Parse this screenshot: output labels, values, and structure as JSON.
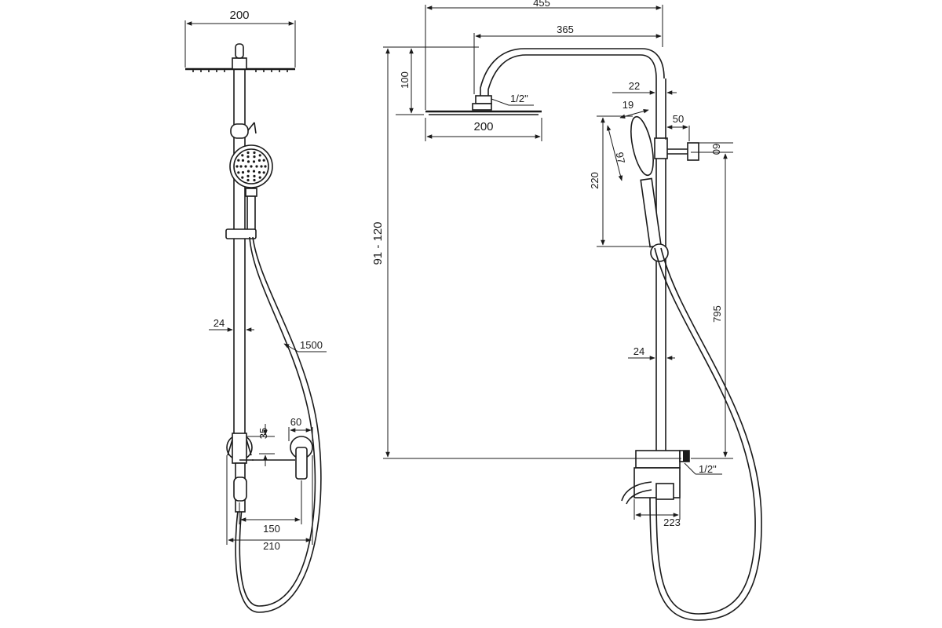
{
  "left_view": {
    "head_width": "200",
    "pipe_diameter": "24",
    "hose_length": "1500",
    "mixer_offset": "35",
    "handle_width": "60",
    "center_distance": "150",
    "total_width": "210"
  },
  "right_view": {
    "overall_width": "455",
    "arm_reach": "365",
    "head_drop": "100",
    "thread_top": "1/2\"",
    "head_width": "200",
    "wall_gap": "22",
    "hand_angle": "19",
    "hand_diameter": "97",
    "holder_depth": "50",
    "holder_size": "60",
    "hand_height": "220",
    "height_range": "91 - 120",
    "bar_height": "795",
    "pipe_diameter": "24",
    "thread_bottom": "1/2\"",
    "spout_depth": "223"
  }
}
